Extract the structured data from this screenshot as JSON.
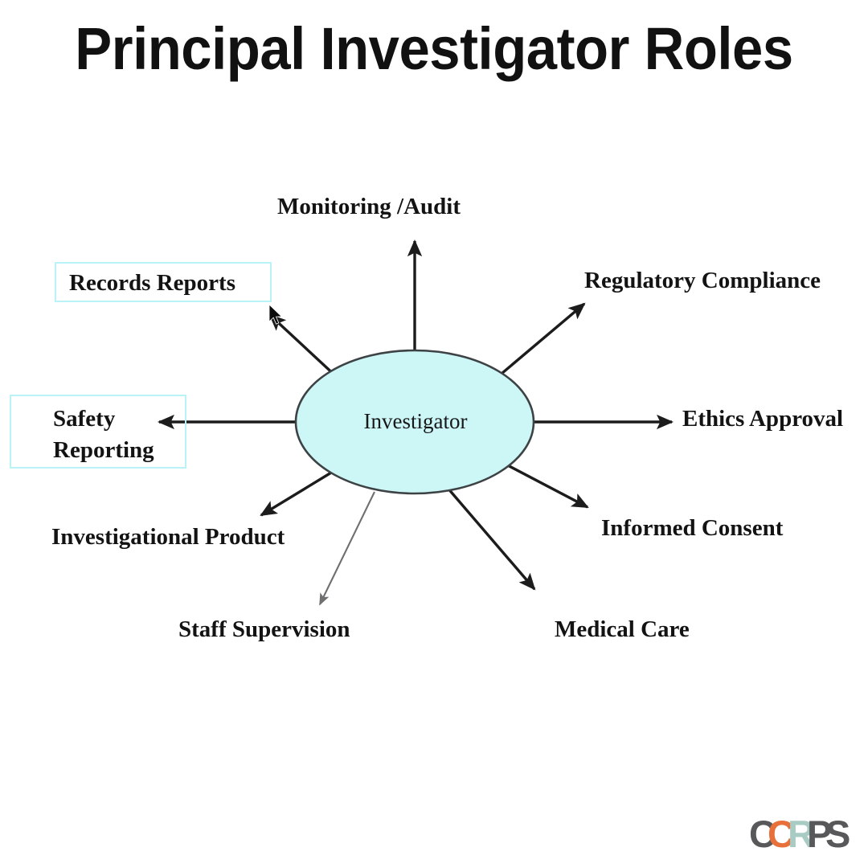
{
  "page": {
    "title": "Principal Investigator Roles",
    "background_color": "#ffffff"
  },
  "diagram": {
    "type": "radial-spoke",
    "center": {
      "label": "Investigator",
      "shape": "ellipse",
      "fill_color": "#cdf6f7",
      "stroke_color": "#3d4244"
    },
    "arrow_color": "#1c1c1c",
    "box_border_color": "#b9f2f7",
    "nodes": [
      {
        "id": "monitoring-audit",
        "label": "Monitoring /Audit",
        "boxed": false,
        "lines": 1
      },
      {
        "id": "regulatory-compliance",
        "label": "Regulatory Compliance",
        "boxed": false,
        "lines": 1
      },
      {
        "id": "ethics-approval",
        "label": "Ethics Approval",
        "boxed": false,
        "lines": 1
      },
      {
        "id": "informed-consent",
        "label": "Informed Consent",
        "boxed": false,
        "lines": 1
      },
      {
        "id": "medical-care",
        "label": "Medical Care",
        "boxed": false,
        "lines": 1
      },
      {
        "id": "staff-supervision",
        "label": "Staff Supervision",
        "boxed": false,
        "lines": 1
      },
      {
        "id": "investigational-product",
        "label": "Investigational Product",
        "boxed": false,
        "lines": 1
      },
      {
        "id": "safety-reporting",
        "label": "Safety\nReporting",
        "boxed": true,
        "lines": 2
      },
      {
        "id": "records-reports",
        "label": "Records Reports",
        "boxed": true,
        "lines": 1
      }
    ]
  },
  "labels": {
    "monitoring_audit": "Monitoring /Audit",
    "regulatory_compliance": "Regulatory Compliance",
    "ethics_approval": "Ethics Approval",
    "informed_consent": "Informed Consent",
    "medical_care": "Medical Care",
    "staff_supervision": "Staff Supervision",
    "investigational_product": "Investigational Product",
    "safety_reporting_line1": "Safety",
    "safety_reporting_line2": "Reporting",
    "records_reports": "Records Reports",
    "center": "Investigator"
  },
  "logo": {
    "text": "CCRPS",
    "letters": [
      {
        "char": "C",
        "color": "#58585a"
      },
      {
        "char": "C",
        "color": "#e8703a"
      },
      {
        "char": "R",
        "color": "#a8ccc4"
      },
      {
        "char": "P",
        "color": "#58585a"
      },
      {
        "char": "S",
        "color": "#58585a"
      }
    ]
  }
}
